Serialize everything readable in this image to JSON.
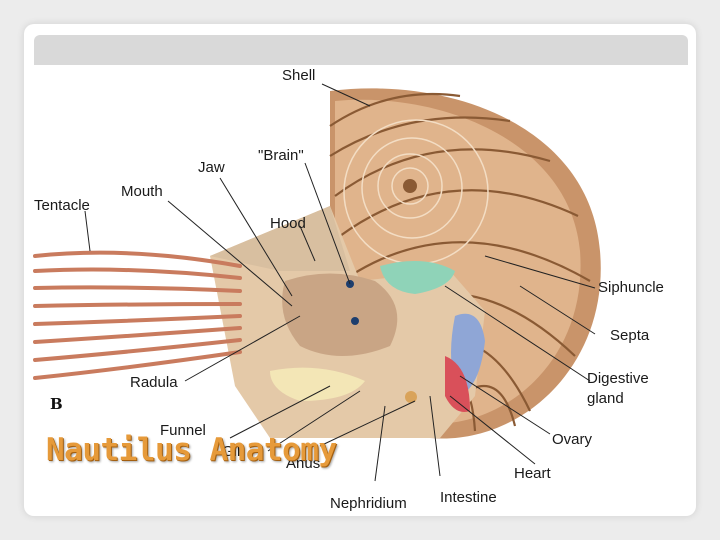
{
  "slide": {
    "title": "Nautilus Anatomy"
  },
  "figure": {
    "panel_letter": "B",
    "labels": {
      "shell": "Shell",
      "brain": "\"Brain\"",
      "jaw": "Jaw",
      "mouth": "Mouth",
      "tentacle": "Tentacle",
      "hood": "Hood",
      "siphuncle": "Siphuncle",
      "septa": "Septa",
      "digestive_gland_1": "Digestive",
      "digestive_gland_2": "gland",
      "radula": "Radula",
      "funnel": "Funnel",
      "gill": "Gill",
      "anus": "Anus",
      "ovary": "Ovary",
      "heart": "Heart",
      "nephridium": "Nephridium",
      "intestine": "Intestine"
    }
  },
  "colors": {
    "shell": "#c9946a",
    "shell_dark": "#8a5a34",
    "shell_light": "#efd5b8",
    "body": "#e4c9a8",
    "hood": "#d8bfa0",
    "tentacle": "#c97b5e",
    "gland": "#8fd3b8",
    "gonad": "#8fa6d6",
    "heart": "#d9505a",
    "title": "#e69a3a"
  }
}
